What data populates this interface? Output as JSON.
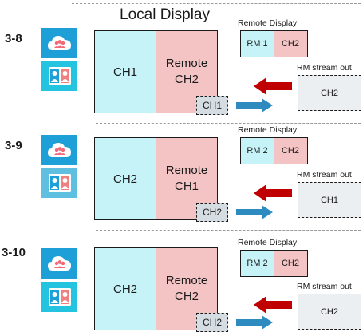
{
  "title": "Local Display",
  "labels": {
    "remote_display": "Remote Display",
    "stream_out": "RM stream out"
  },
  "colors": {
    "cyan_fill": "#c6f3f8",
    "pink_fill": "#f4c4c4",
    "icon_blue": "#1f9fd8",
    "icon_cyan": "#24c3e0",
    "arrow_red": "#c00000",
    "arrow_blue": "#2e8bc0"
  },
  "icons": [
    "cloud-users-icon",
    "presentation-users-icon"
  ],
  "rows": [
    {
      "step": "3-8",
      "local_left": "CH1",
      "local_right_line1": "Remote",
      "local_right_line2": "CH2",
      "local_out": "CH1",
      "rm_left": "RM 1",
      "rm_right": "CH2",
      "stream": "CH2"
    },
    {
      "step": "3-9",
      "local_left": "CH2",
      "local_right_line1": "Remote",
      "local_right_line2": "CH1",
      "local_out": "CH2",
      "rm_left": "RM 2",
      "rm_right": "CH2",
      "stream": "CH1"
    },
    {
      "step": "3-10",
      "local_left": "CH2",
      "local_right_line1": "Remote",
      "local_right_line2": "CH2",
      "local_out": "CH2",
      "rm_left": "RM 2",
      "rm_right": "CH2",
      "stream": "CH2"
    }
  ]
}
